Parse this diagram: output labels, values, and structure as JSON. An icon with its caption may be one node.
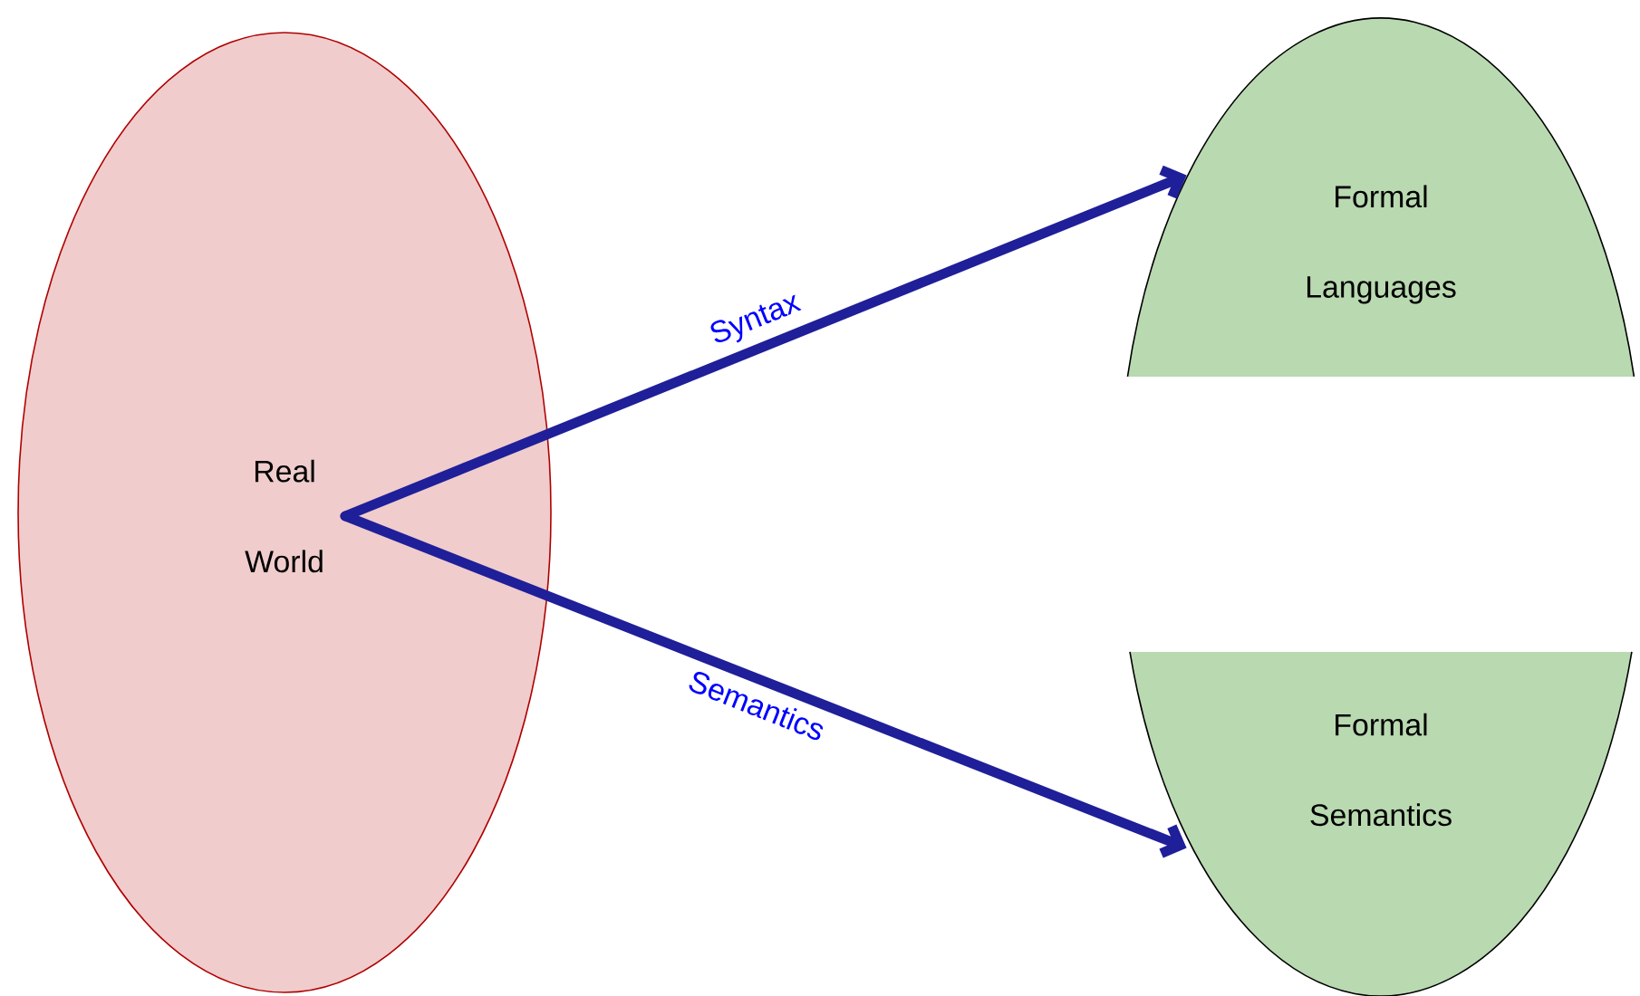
{
  "diagram": {
    "nodes": [
      {
        "text": [
          "Real World"
        ]
      },
      {
        "text": [
          "Formal Languages"
        ]
      },
      {
        "text": [
          "Formal Semantics"
        ]
      }
    ],
    "edges": [
      {
        "from": 0,
        "to": 1,
        "arrow": "to",
        "label": "Syntax"
      },
      {
        "from": 0,
        "to": 2,
        "arrow": "to",
        "label": "Semantics"
      }
    ]
  }
}
